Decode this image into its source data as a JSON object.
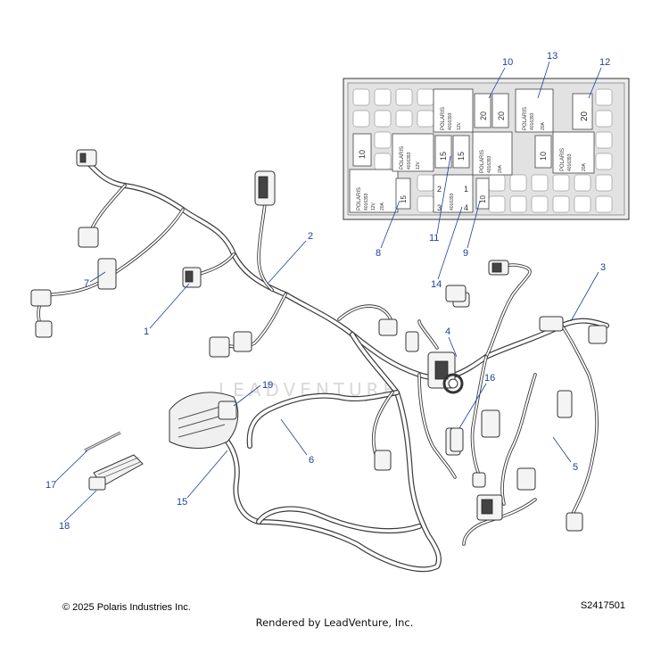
{
  "diagram": {
    "callouts": [
      {
        "id": "1",
        "label": "1"
      },
      {
        "id": "2",
        "label": "2"
      },
      {
        "id": "3",
        "label": "3"
      },
      {
        "id": "4",
        "label": "4"
      },
      {
        "id": "5",
        "label": "5"
      },
      {
        "id": "6",
        "label": "6"
      },
      {
        "id": "7",
        "label": "7"
      },
      {
        "id": "8",
        "label": "8"
      },
      {
        "id": "9",
        "label": "9"
      },
      {
        "id": "10",
        "label": "10"
      },
      {
        "id": "11",
        "label": "11"
      },
      {
        "id": "12",
        "label": "12"
      },
      {
        "id": "13",
        "label": "13"
      },
      {
        "id": "14",
        "label": "14"
      },
      {
        "id": "15",
        "label": "15"
      },
      {
        "id": "16",
        "label": "16"
      },
      {
        "id": "17",
        "label": "17"
      },
      {
        "id": "18",
        "label": "18"
      },
      {
        "id": "19",
        "label": "19"
      }
    ],
    "fuse_box": {
      "brand": "POLARIS",
      "part_number": "4016393",
      "voltage": "12V",
      "rating": "20A",
      "fuse_values": [
        "20",
        "20",
        "20",
        "15",
        "15",
        "10",
        "10",
        "15",
        "10"
      ],
      "terminal_numbers": [
        "1",
        "2",
        "3",
        "4"
      ]
    },
    "watermark": "LEADVENTURE"
  },
  "footer": {
    "copyright": "© 2025 Polaris Industries Inc.",
    "part_code": "S2417501",
    "rendered_by": "Rendered by LeadVenture, Inc."
  }
}
